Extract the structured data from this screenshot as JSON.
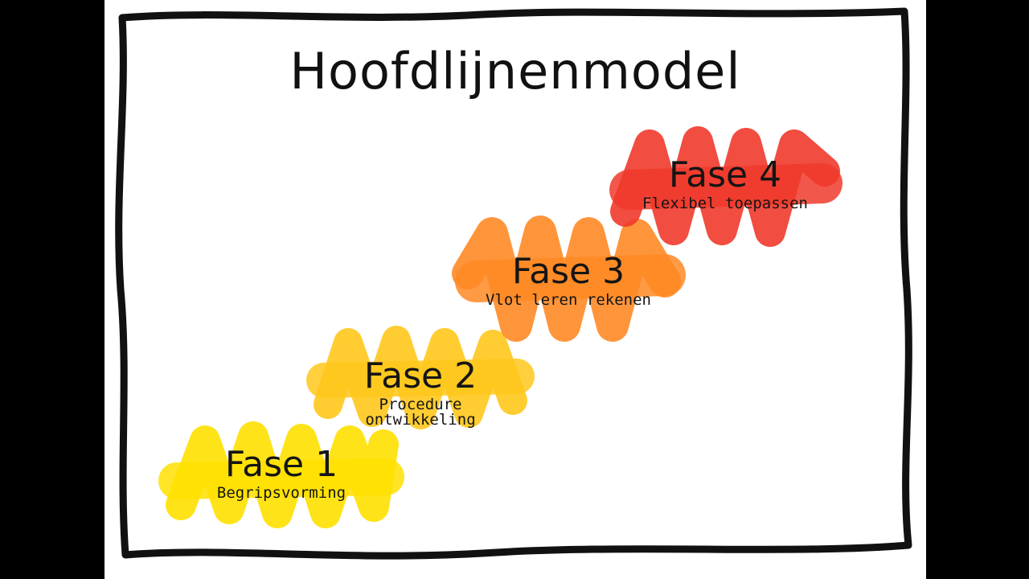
{
  "title": "Hoofdlijnenmodel",
  "phases": [
    {
      "label": "Fase 1",
      "sub": "Begripsvorming",
      "color": "#FFE000"
    },
    {
      "label": "Fase 2",
      "sub": "Procedure ontwikkeling",
      "color": "#FFC71C"
    },
    {
      "label": "Fase 3",
      "sub": "Vlot leren rekenen",
      "color": "#FF8A25"
    },
    {
      "label": "Fase 4",
      "sub": "Flexibel toepassen",
      "color": "#F03A2C"
    }
  ],
  "colors": {
    "background": "#000000",
    "paper": "#ffffff",
    "ink": "#111111"
  }
}
